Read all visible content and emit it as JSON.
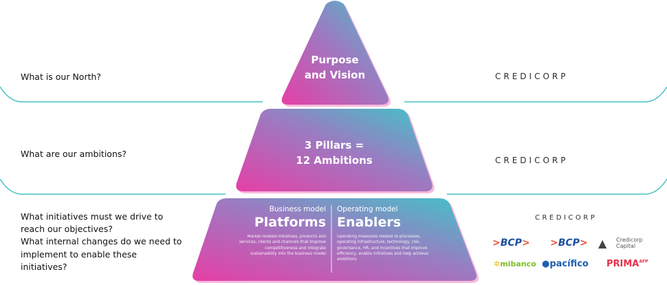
{
  "questions": {
    "north": "What is our North?",
    "ambitions": "What are our ambitions?",
    "initiatives_line1": "What initiatives must we drive to",
    "initiatives_line2": "reach our objectives?",
    "changes_line1": "What internal changes do we need to",
    "changes_line2": "implement to enable these",
    "changes_line3": "initiatives?"
  },
  "pyramid": {
    "top": {
      "line1": "Purpose",
      "line2": "and Vision"
    },
    "middle": {
      "line1": "3 Pillars =",
      "line2": "12 Ambitions"
    },
    "base": {
      "left": {
        "subtitle": "Business model",
        "title": "Platforms",
        "desc_l1": "Market-related initiatives, products and",
        "desc_l2": "services, clients and channels that improve",
        "desc_l3": "competitiveness and integrate",
        "desc_l4": "sustainability into the business model"
      },
      "right": {
        "subtitle": "Operating model",
        "title": "Enablers",
        "desc_l1": "Operating measures related to processes,",
        "desc_l2": "operating infrastructure, technology, risk,",
        "desc_l3": "governance, HR, and incentives that improve",
        "desc_l4": "efficiency, enable initiatives and help achieve",
        "desc_l5": "ambitions"
      }
    }
  },
  "brands": {
    "credicorp": "CREDICORP",
    "bcp": "BCP",
    "credicorp_capital_l1": "Credicorp",
    "credicorp_capital_l2": "Capital",
    "mibanco": "mibanco",
    "pacifico": "pacífico",
    "prima": "PRIMA",
    "prima_suffix": "AFP"
  },
  "colors": {
    "teal": "#3fc5c8",
    "magenta": "#e63fa6",
    "line": "#49c1c4",
    "shadow": "#ee7fc0"
  }
}
